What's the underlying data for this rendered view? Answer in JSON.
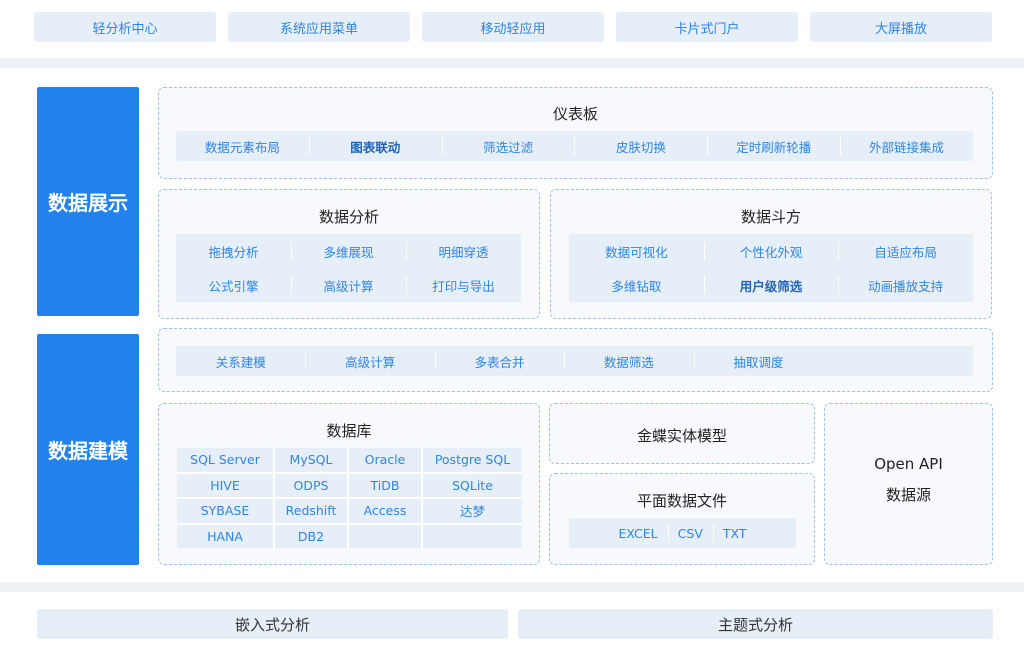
{
  "top_nav": [
    "轻分析中心",
    "系统应用菜单",
    "移动轻应用",
    "卡片式门户",
    "大屏播放"
  ],
  "display_section": {
    "label": "数据展示",
    "dashboard": {
      "title": "仪表板",
      "items": [
        "数据元素布局",
        "图表联动",
        "筛选过滤",
        "皮肤切换",
        "定时刷新轮播",
        "外部链接集成"
      ]
    },
    "analysis": {
      "title": "数据分析",
      "row1": [
        "拖拽分析",
        "多维展现",
        "明细穿透"
      ],
      "row2": [
        "公式引擎",
        "高级计算",
        "打印与导出"
      ]
    },
    "doufang": {
      "title": "数据斗方",
      "row1": [
        "数据可视化",
        "个性化外观",
        "自适应布局"
      ],
      "row2": [
        "多维钻取",
        "用户级筛选",
        "动画播放支持"
      ]
    }
  },
  "modeling_section": {
    "label": "数据建模",
    "features": [
      "关系建模",
      "高级计算",
      "多表合并",
      "数据筛选",
      "抽取调度"
    ],
    "database": {
      "title": "数据库",
      "rows": [
        [
          "SQL Server",
          "MySQL",
          "Oracle",
          "Postgre SQL"
        ],
        [
          "HIVE",
          "ODPS",
          "TiDB",
          "SQLite"
        ],
        [
          "SYBASE",
          "Redshift",
          "Access",
          "达梦"
        ],
        [
          "HANA",
          "DB2",
          "",
          ""
        ]
      ]
    },
    "kingdee_model": {
      "title": "金蝶实体模型"
    },
    "flat_files": {
      "title": "平面数据文件",
      "items": [
        "EXCEL",
        "CSV",
        "TXT"
      ]
    },
    "open_api": {
      "line1": "Open API",
      "line2": "数据源"
    }
  },
  "bottom_nav": [
    "嵌入式分析",
    "主题式分析"
  ]
}
